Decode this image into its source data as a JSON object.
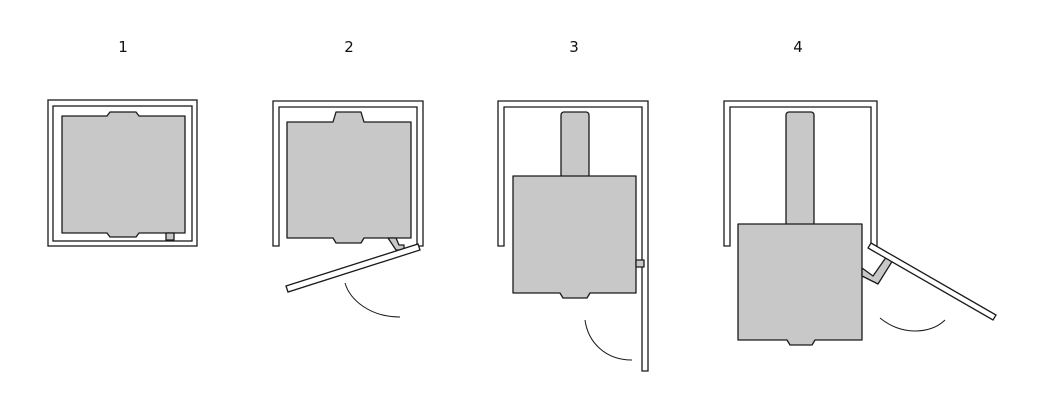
{
  "steps": [
    {
      "label": "1"
    },
    {
      "label": "2"
    },
    {
      "label": "3"
    },
    {
      "label": "4"
    }
  ],
  "colors": {
    "unit_fill": "#c8c8c8",
    "outline": "#1a1a1a",
    "background": "#ffffff"
  }
}
